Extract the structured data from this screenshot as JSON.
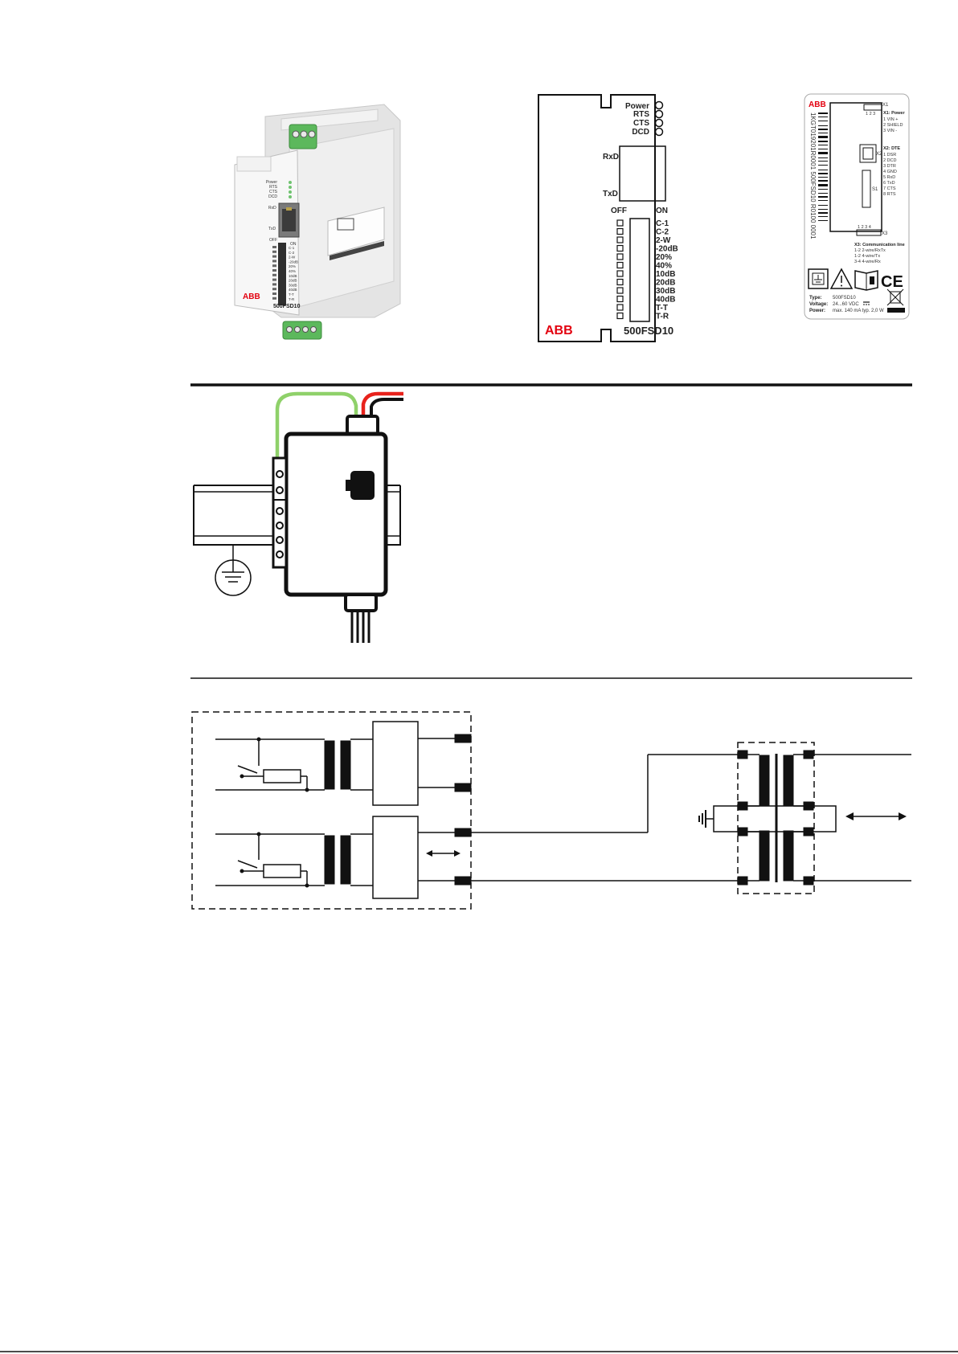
{
  "product": {
    "brand": "ABB",
    "model": "500FSD10",
    "photo_status_labels": [
      "Power",
      "RTS",
      "CTS",
      "DCD"
    ],
    "photo_port_labels": {
      "rxd": "RxD",
      "txd": "TxD"
    },
    "photo_switch_labels": [
      "OFF",
      "ON",
      "C-1",
      "C-2",
      "2-W",
      "-20dB",
      "20%",
      "40%",
      "10dB",
      "20dB",
      "30dB",
      "40dB",
      "T-T",
      "T-R"
    ]
  },
  "front_panel": {
    "leds": [
      "Power",
      "RTS",
      "CTS",
      "DCD"
    ],
    "port_rxd": "RxD",
    "port_txd": "TxD",
    "switch_off": "OFF",
    "switch_on": "ON",
    "switches": [
      "C-1",
      "C-2",
      "2-W",
      "-20dB",
      "20%",
      "40%",
      "10dB",
      "20dB",
      "30dB",
      "40dB",
      "T-T",
      "T-R"
    ],
    "brand": "ABB",
    "model": "500FSD10"
  },
  "side_label": {
    "brand": "ABB",
    "serial_vertical": "1KGT019201R0001  500FSD10  R0100  0001",
    "x1_tag": "X1",
    "x1_title": "X1: Power",
    "x1_pins_numbers": "1 2 3",
    "x1_pins": [
      "1 VIN +",
      "2 SHIELD",
      "3 VIN -"
    ],
    "x2_tag": "X2",
    "x2_title": "X2: DTE",
    "x2_pins": [
      "1 DSR",
      "2 DCD",
      "3 DTR",
      "4 GND",
      "5 RxD",
      "6 TxD",
      "7 CTS",
      "8 RTS"
    ],
    "s1_tag": "S1",
    "x3_tag": "X3",
    "x3_pins_numbers": "1 2 3 4",
    "x3_title": "X3: Communication line",
    "x3_pins": [
      "1-2  2-wire/RxTx",
      "1-2  4-wire/Tx",
      "3-4  4-wire/Rx"
    ],
    "type_label": "Type:",
    "type_value": "500FSD10",
    "voltage_label": "Voltage:",
    "voltage_value": "24...60 VDC",
    "power_label": "Power:",
    "power_value": "max. 140 mA typ. 2,0 W",
    "ce_mark": "CE"
  },
  "colors": {
    "terminal_green": "#5cb85c",
    "wire_red": "#e8221c",
    "wire_green": "#8fd16a",
    "housing": "#eeeeee",
    "ink": "#111111"
  }
}
